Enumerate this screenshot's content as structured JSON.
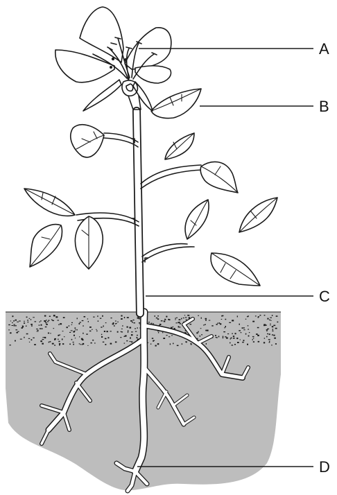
{
  "diagram": {
    "labels": {
      "a": "A",
      "b": "B",
      "c": "C",
      "d": "D"
    },
    "colors": {
      "soil": "#bdbdbd",
      "ink": "#1a1a1a",
      "background": "#ffffff"
    }
  }
}
